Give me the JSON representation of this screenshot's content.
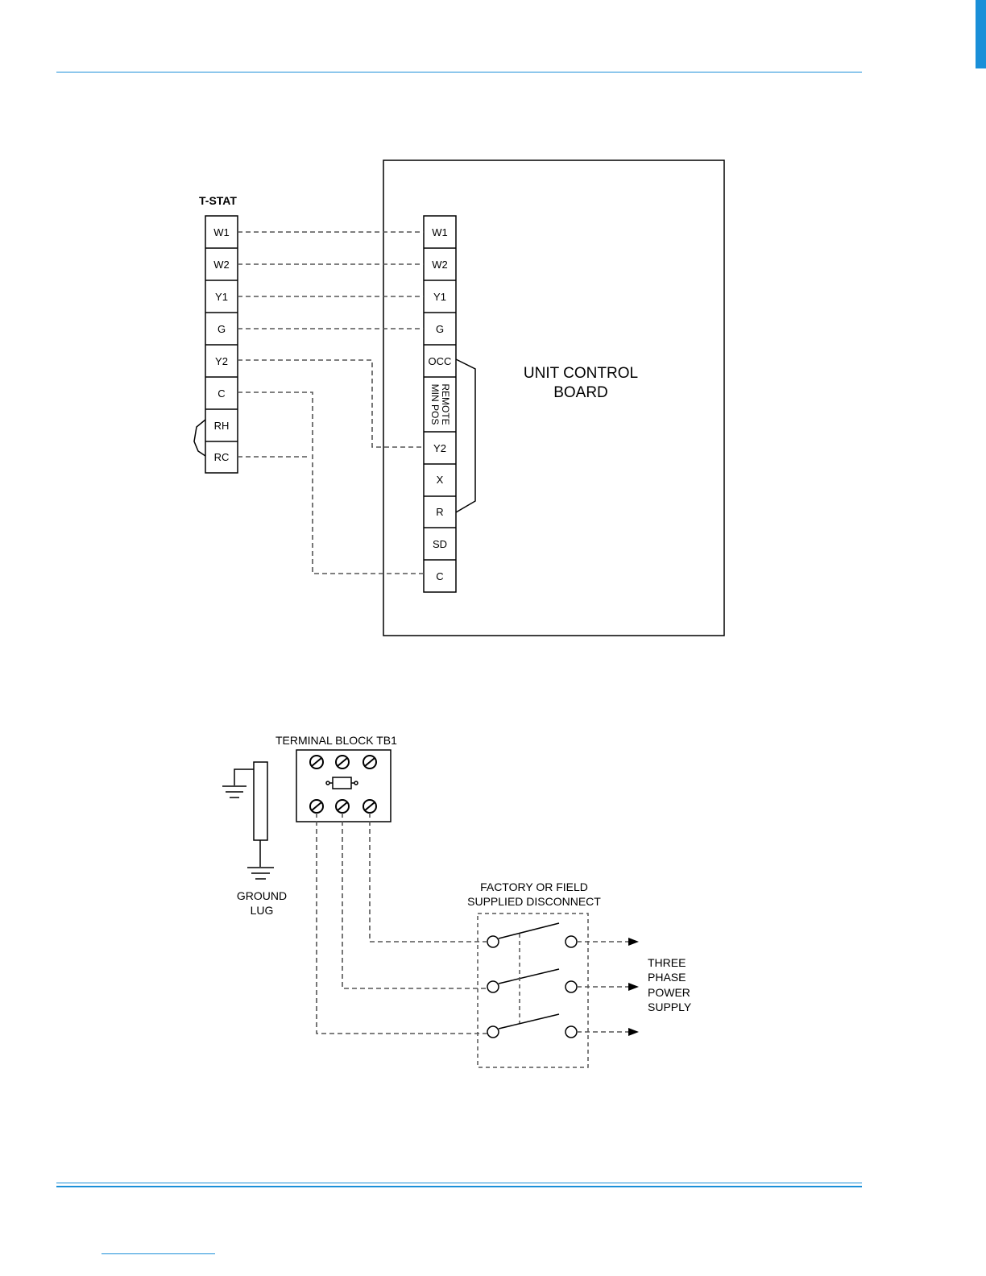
{
  "wiring": {
    "tstat_title": "T-STAT",
    "tstat_terminals": [
      "W1",
      "W2",
      "Y1",
      "G",
      "Y2",
      "C",
      "RH",
      "RC"
    ],
    "board_title": [
      "UNIT CONTROL",
      "BOARD"
    ],
    "board_terminals": [
      "W1",
      "W2",
      "Y1",
      "G",
      "OCC",
      "Y2",
      "X",
      "R",
      "SD",
      "C"
    ],
    "board_remote_label": [
      "REMOTE",
      "MIN POS"
    ]
  },
  "power": {
    "terminal_block_title": "TERMINAL BLOCK TB1",
    "ground_label": [
      "GROUND",
      "LUG"
    ],
    "disconnect_label": [
      "FACTORY OR FIELD",
      "SUPPLIED DISCONNECT"
    ],
    "supply_label": [
      "THREE",
      "PHASE",
      "POWER",
      "SUPPLY"
    ]
  },
  "colors": {
    "rule": "#1a8fd8",
    "ink": "#000000",
    "wire": "#555555"
  }
}
